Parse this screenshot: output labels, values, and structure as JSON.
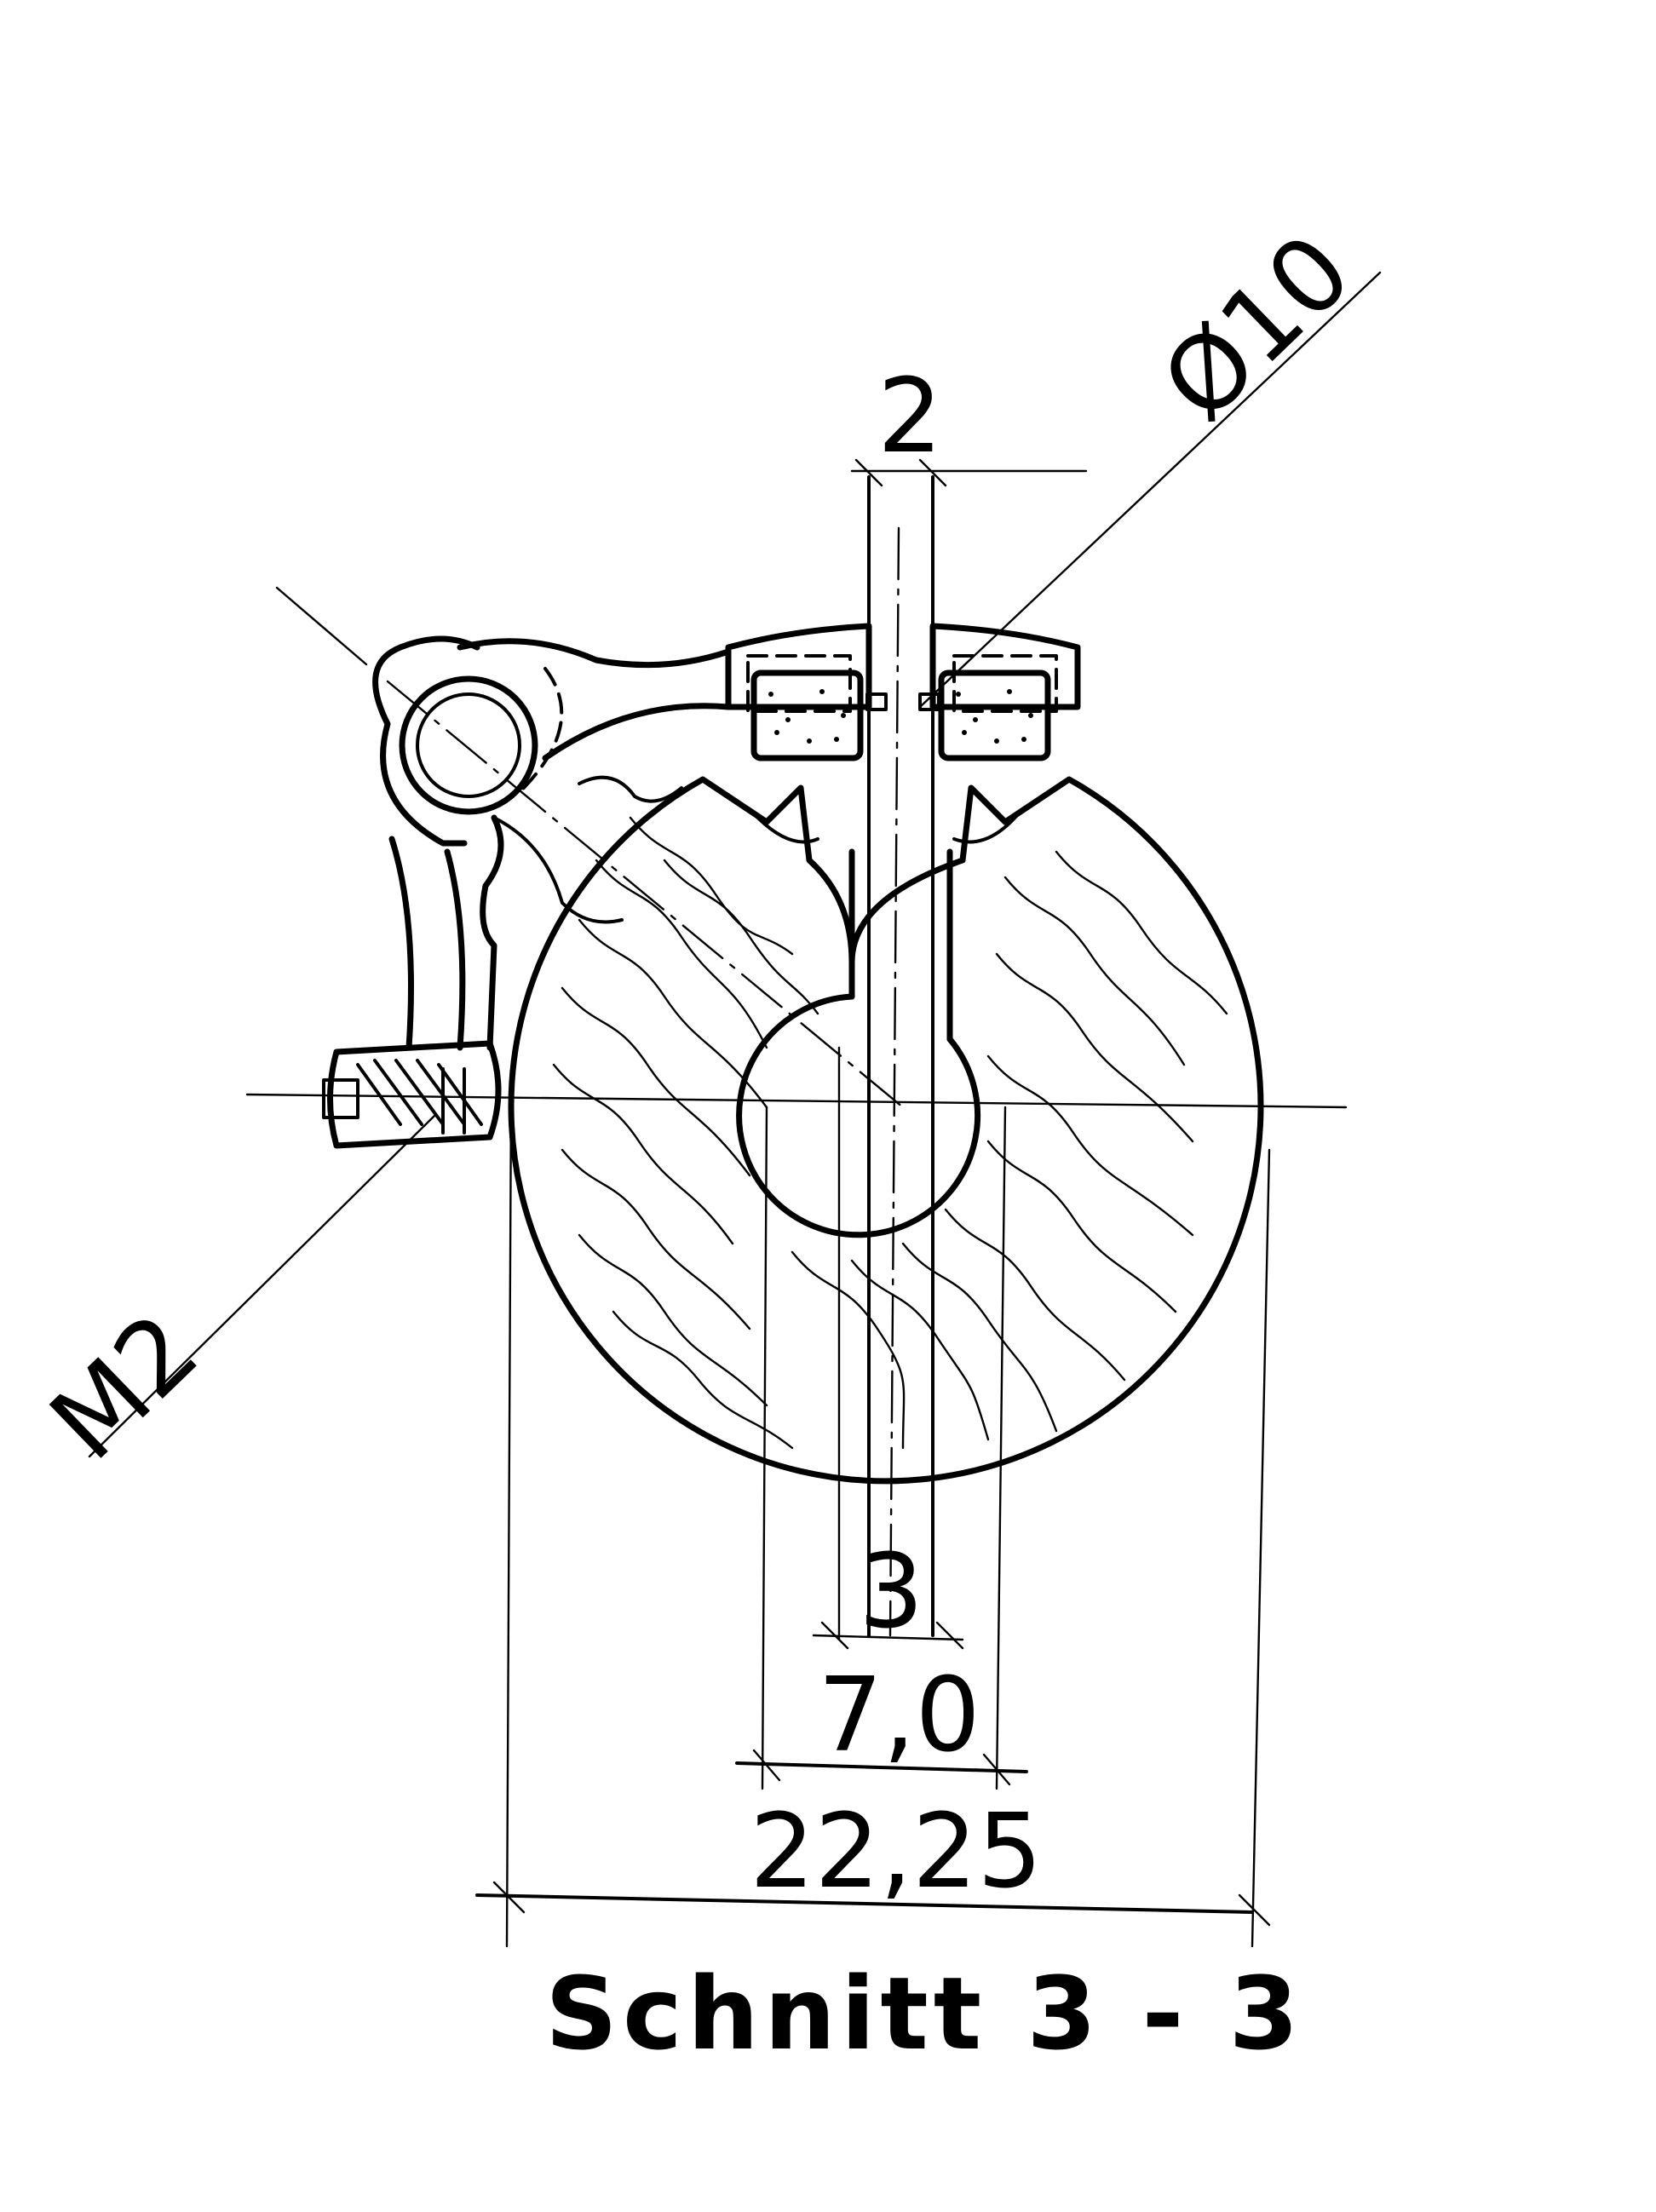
{
  "labels": {
    "dim_slot_width": "2",
    "dim_diameter": "Ø10",
    "dim_thread": "M2",
    "dim_key_width": "3",
    "dim_bore": "7,0",
    "dim_outer": "22,25",
    "title": "Schnitt 3 - 3"
  },
  "colors": {
    "ink": "#000000",
    "paper": "#ffffff"
  }
}
